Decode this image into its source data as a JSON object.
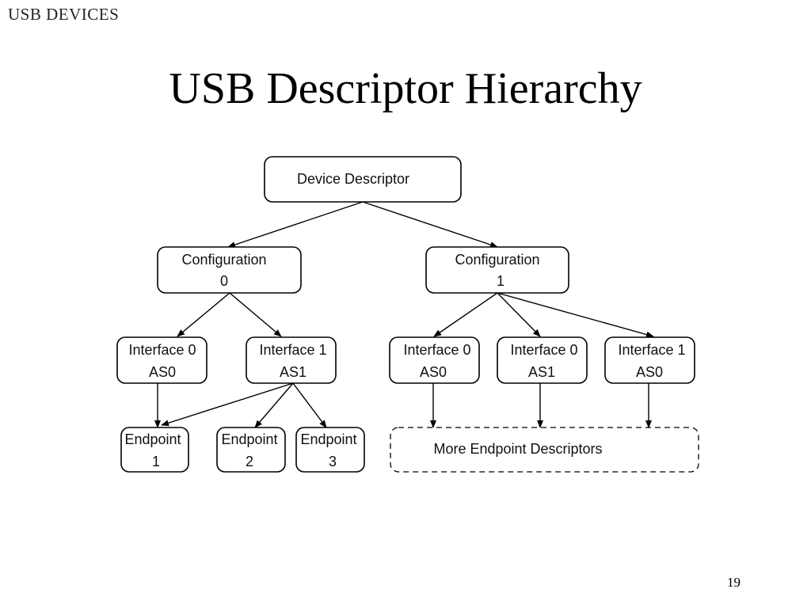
{
  "header": "USB DEVICES",
  "title": "USB Descriptor Hierarchy",
  "page_number": "19",
  "nodes": {
    "device": {
      "line1": "Device Descriptor"
    },
    "config0": {
      "line1": "Configuration",
      "line2": "0"
    },
    "config1": {
      "line1": "Configuration",
      "line2": "1"
    },
    "c0_if0": {
      "line1": "Interface 0",
      "line2": "AS0"
    },
    "c0_if1": {
      "line1": "Interface 1",
      "line2": "AS1"
    },
    "c1_if0_as0": {
      "line1": "Interface 0",
      "line2": "AS0"
    },
    "c1_if0_as1": {
      "line1": "Interface 0",
      "line2": "AS1"
    },
    "c1_if1_as0": {
      "line1": "Interface 1",
      "line2": "AS0"
    },
    "ep1": {
      "line1": "Endpoint",
      "line2": "1"
    },
    "ep2": {
      "line1": "Endpoint",
      "line2": "2"
    },
    "ep3": {
      "line1": "Endpoint",
      "line2": "3"
    },
    "more": {
      "line1": "More Endpoint Descriptors"
    }
  },
  "edges": [
    [
      "device",
      "config0"
    ],
    [
      "device",
      "config1"
    ],
    [
      "config0",
      "c0_if0"
    ],
    [
      "config0",
      "c0_if1"
    ],
    [
      "config1",
      "c1_if0_as0"
    ],
    [
      "config1",
      "c1_if0_as1"
    ],
    [
      "config1",
      "c1_if1_as0"
    ],
    [
      "c0_if0",
      "ep1"
    ],
    [
      "c0_if1",
      "ep1"
    ],
    [
      "c0_if1",
      "ep2"
    ],
    [
      "c0_if1",
      "ep3"
    ],
    [
      "c1_if0_as0",
      "more"
    ],
    [
      "c1_if0_as1",
      "more"
    ],
    [
      "c1_if1_as0",
      "more"
    ]
  ]
}
